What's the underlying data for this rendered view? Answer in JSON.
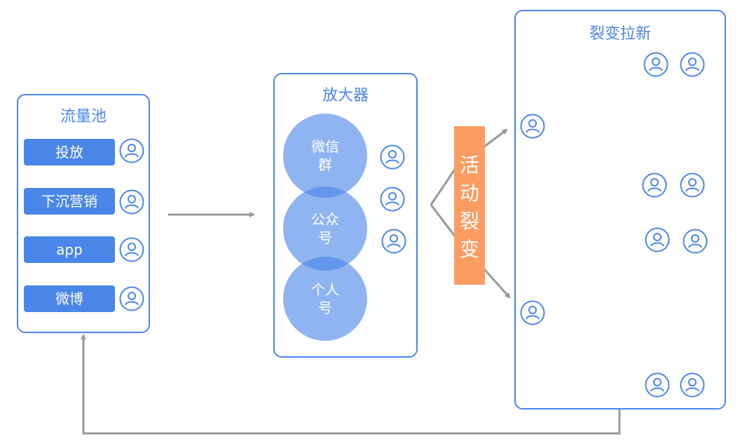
{
  "pool": {
    "title": "流量池",
    "items": [
      "投放",
      "下沉营销",
      "app",
      "微博"
    ]
  },
  "amplifier": {
    "title": "放大器",
    "circles": [
      "微信群",
      "公众号",
      "个人号"
    ]
  },
  "fission_activity": {
    "label": "活动裂变"
  },
  "fission_new": {
    "title": "裂变拉新"
  },
  "colors": {
    "primary": "#4a86e8",
    "accent": "#fb9d62",
    "arrow": "#999999"
  },
  "icons": {
    "user": "user-icon"
  }
}
